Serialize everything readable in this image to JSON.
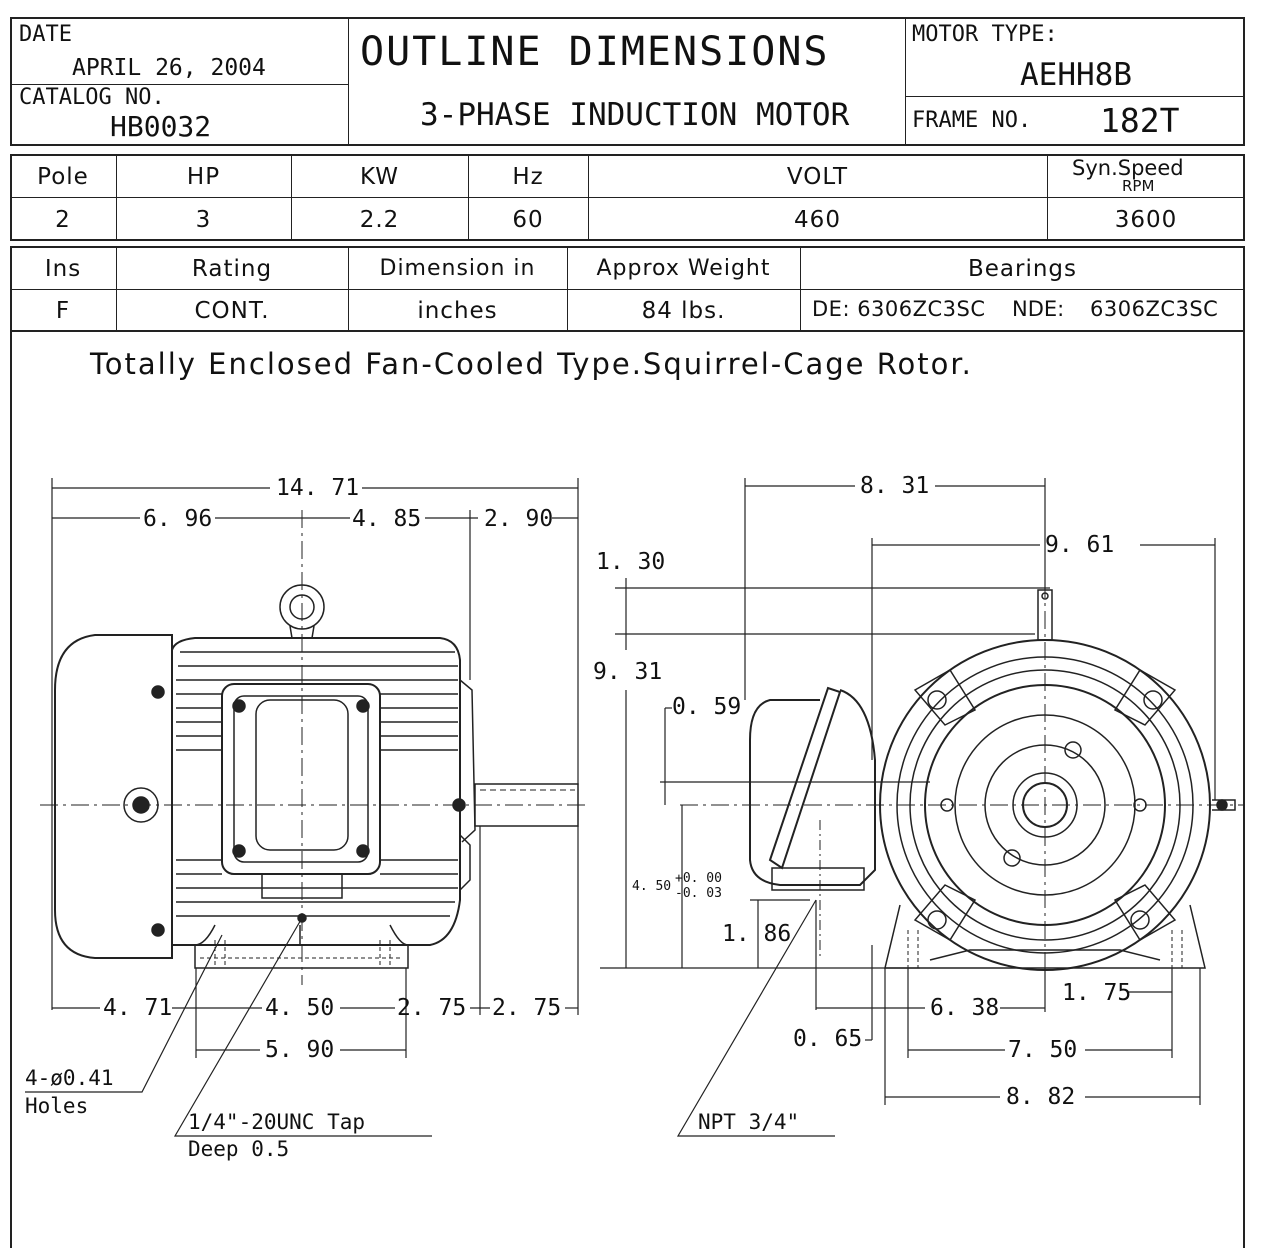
{
  "header": {
    "date_label": "DATE",
    "date_value": "APRIL 26, 2004",
    "catalog_label": "CATALOG NO.",
    "catalog_value": "HB0032",
    "title": "OUTLINE DIMENSIONS",
    "subtitle": "3-PHASE INDUCTION MOTOR",
    "motor_type_label": "MOTOR TYPE:",
    "motor_type_value": "AEHH8B",
    "frame_label": "FRAME NO.",
    "frame_value": "182T"
  },
  "spec_table_1": {
    "headers": [
      "Pole",
      "HP",
      "KW",
      "Hz",
      "VOLT",
      "Syn.Speed",
      "RPM"
    ],
    "values": [
      "2",
      "3",
      "2.2",
      "60",
      "460",
      "3600"
    ]
  },
  "spec_table_2": {
    "headers": [
      "Ins",
      "Rating",
      "Dimension in",
      "Approx Weight",
      "Bearings"
    ],
    "values": [
      "F",
      "CONT.",
      "inches",
      "84 lbs.",
      "DE: 6306ZC3SC",
      "NDE:",
      "6306ZC3SC"
    ]
  },
  "description": "Totally Enclosed Fan-Cooled Type.Squirrel-Cage Rotor.",
  "dimensions": {
    "side": {
      "overall": "14. 71",
      "d1": "6. 96",
      "d2": "4. 85",
      "d3": "2. 90",
      "b1": "4. 71",
      "b2": "4. 50",
      "b3": "2. 75",
      "b4": "2. 75",
      "b5": "5. 90",
      "holes": "4-ø0.41",
      "holes2": "Holes",
      "tap": "1/4\"-20UNC Tap",
      "tap2": "Deep 0.5"
    },
    "front": {
      "w1": "8. 31",
      "w2": "9. 61",
      "h1": "1. 30",
      "h2": "9. 31",
      "h3": "0. 59",
      "h4": "4. 50",
      "tol_plus": "+0. 00",
      "tol_minus": "-0. 03",
      "h5": "1. 86",
      "f1": "6. 38",
      "f2": "1. 75",
      "f3": "0. 65",
      "f4": "7. 50",
      "f5": "8. 82",
      "npt": "NPT 3/4\""
    }
  }
}
